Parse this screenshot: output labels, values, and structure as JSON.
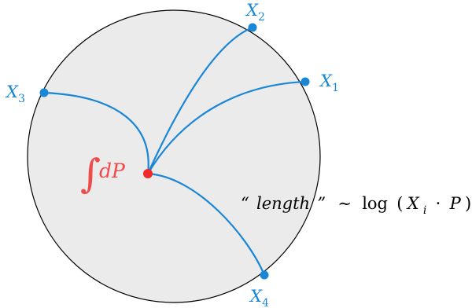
{
  "colors": {
    "disk_fill": "#ebebeb",
    "disk_stroke": "#000000",
    "geodesic": "#1a86d6",
    "boundary_point": "#1a86d6",
    "bulk_point": "#f02a2a",
    "bulk_label": "#f04b4b",
    "text": "#000000"
  },
  "bulk": {
    "integral_symbol": "∫",
    "measure": "dP"
  },
  "points": [
    {
      "base": "X",
      "sub": "1"
    },
    {
      "base": "X",
      "sub": "2"
    },
    {
      "base": "X",
      "sub": "3"
    },
    {
      "base": "X",
      "sub": "4"
    }
  ],
  "annotation": {
    "open_quote": "“",
    "word": "length",
    "close_quote": "”",
    "relation": "∼",
    "func": "log",
    "lparen": "(",
    "arg_base": "X",
    "arg_sub": "i",
    "dot": "·",
    "arg_p": "P",
    "rparen": ")"
  }
}
